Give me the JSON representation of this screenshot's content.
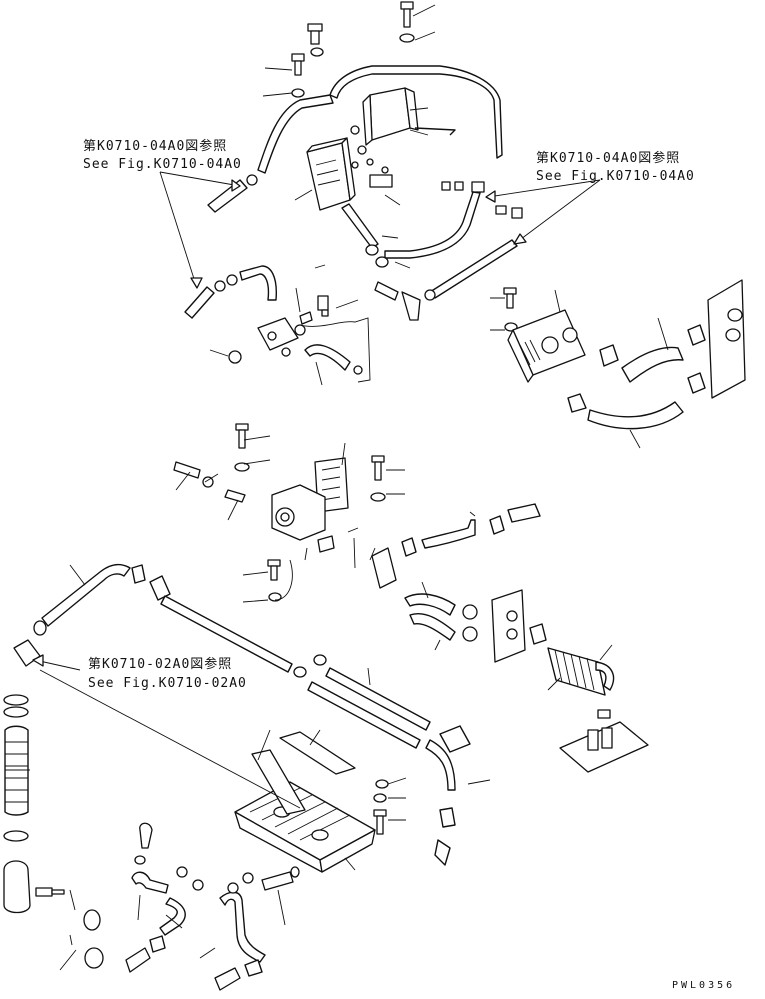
{
  "references": [
    {
      "jp": "第K0710-04A0図参照",
      "en": "See Fig.K0710-04A0"
    },
    {
      "jp": "第K0710-04A0図参照",
      "en": "See Fig.K0710-04A0"
    },
    {
      "jp": "第K0710-02A0図参照",
      "en": "See Fig.K0710-02A0"
    }
  ],
  "drawing_code": "PWL0356"
}
